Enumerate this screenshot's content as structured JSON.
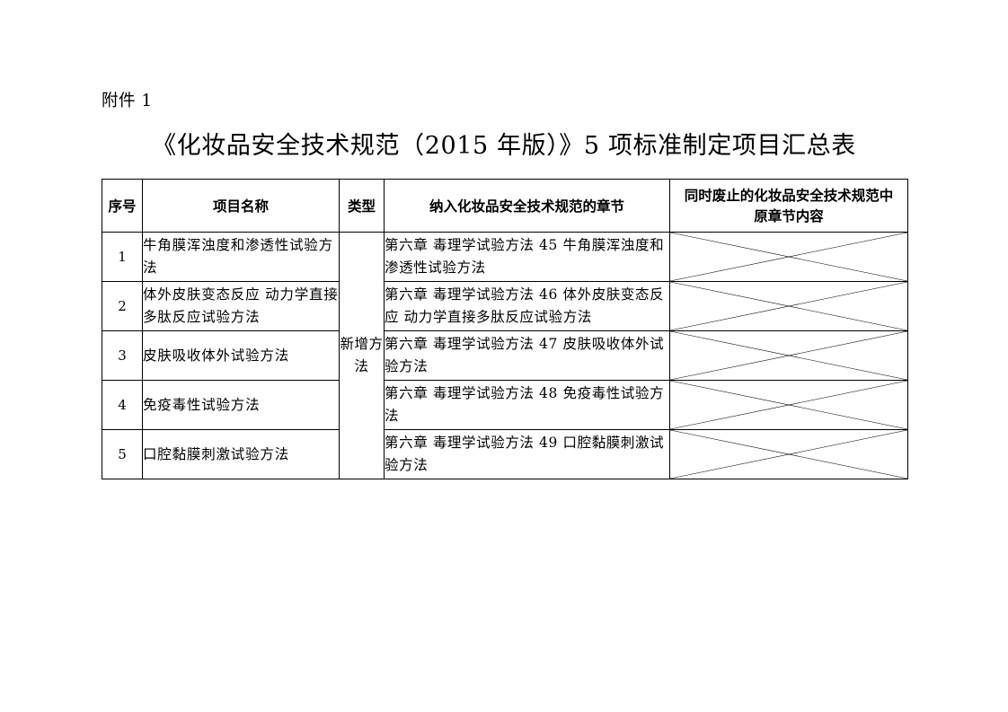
{
  "document": {
    "attachment_label": "附件 1",
    "title": "《化妆品安全技术规范（2015 年版）》5 项标准制定项目汇总表"
  },
  "table": {
    "headers": {
      "index": "序号",
      "name": "项目名称",
      "type": "类型",
      "chapter": "纳入化妆品安全技术规范的章节",
      "abolish_line1": "同时废止的化妆品安全技术规范中",
      "abolish_line2": "原章节内容"
    },
    "type_merged_value": "新增方法",
    "rows": [
      {
        "index": "1",
        "name": "牛角膜浑浊度和渗透性试验方法",
        "chapter": "第六章 毒理学试验方法 45 牛角膜浑浊度和渗透性试验方法",
        "abolish": ""
      },
      {
        "index": "2",
        "name": "体外皮肤变态反应 动力学直接多肽反应试验方法",
        "chapter": "第六章 毒理学试验方法 46 体外皮肤变态反应 动力学直接多肽反应试验方法",
        "abolish": ""
      },
      {
        "index": "3",
        "name": "皮肤吸收体外试验方法",
        "chapter": "第六章 毒理学试验方法 47 皮肤吸收体外试验方法",
        "abolish": ""
      },
      {
        "index": "4",
        "name": "免疫毒性试验方法",
        "chapter": "第六章 毒理学试验方法 48 免疫毒性试验方法",
        "abolish": ""
      },
      {
        "index": "5",
        "name": "口腔黏膜刺激试验方法",
        "chapter": "第六章 毒理学试验方法 49 口腔黏膜刺激试验方法",
        "abolish": ""
      }
    ]
  },
  "style": {
    "border_color": "#000000",
    "text_color": "#000000",
    "page_background": "#ffffff"
  }
}
